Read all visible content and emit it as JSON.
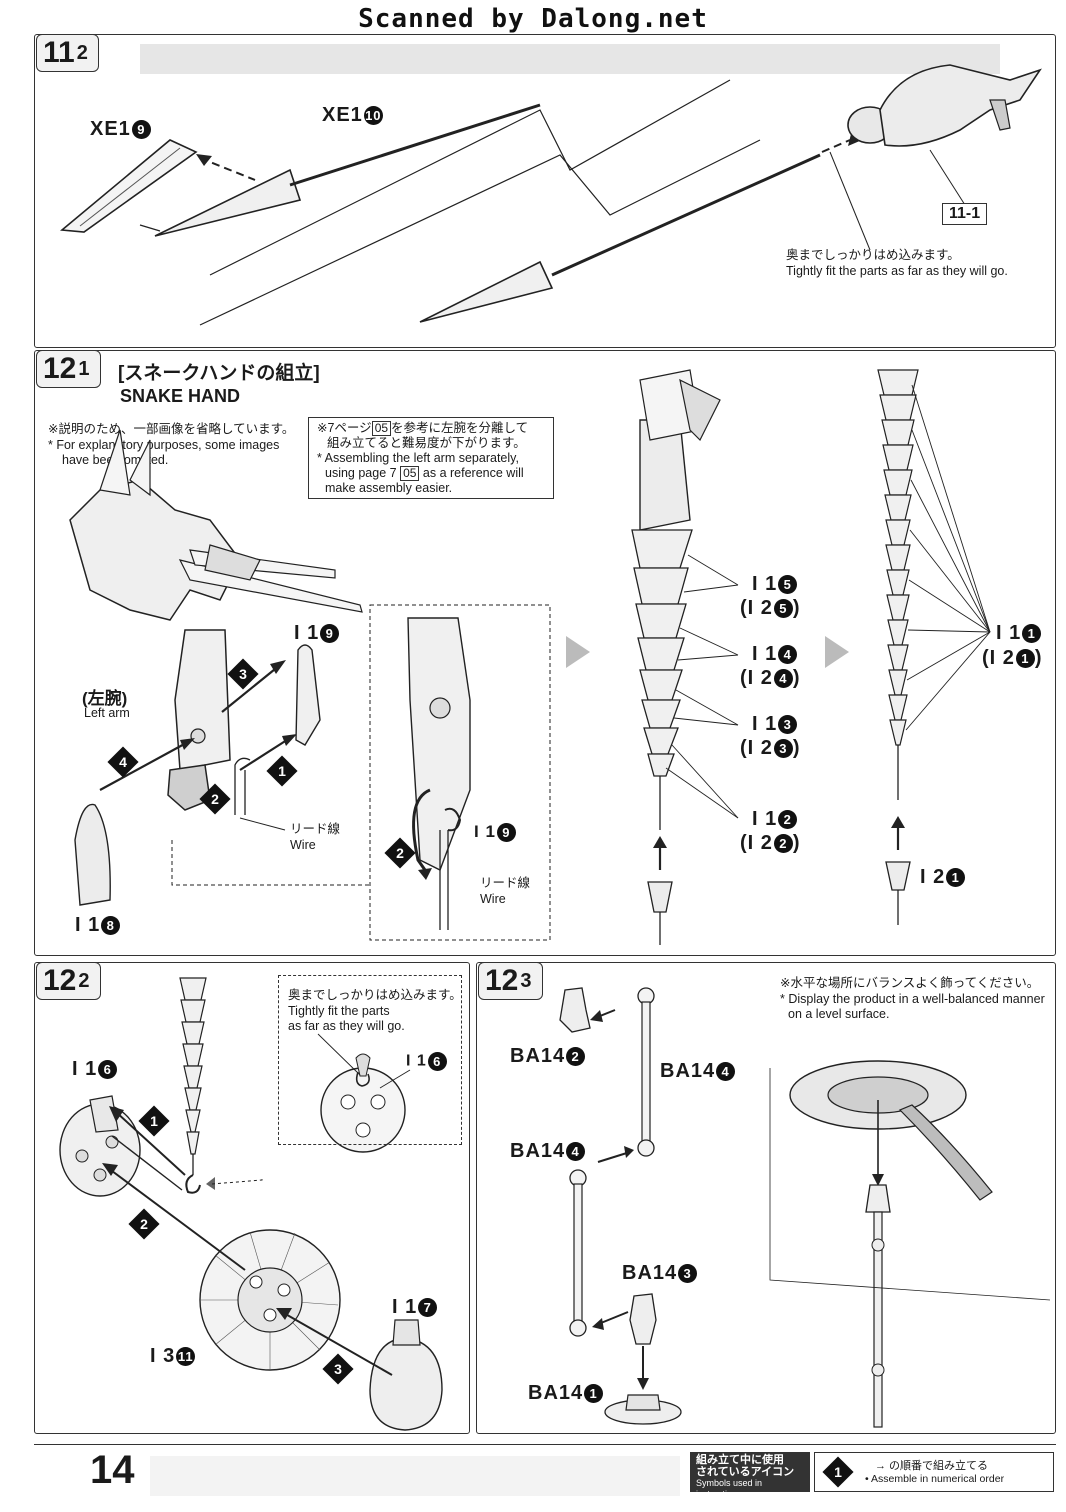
{
  "watermark": "Scanned by Dalong.net",
  "page_number": "14",
  "steps": {
    "s11_2": {
      "num": "11",
      "sub": "2",
      "parts": [
        "XE1",
        "XE1"
      ],
      "circ": [
        "9",
        "10"
      ],
      "ref": "11-1",
      "note_jp": "奥までしっかりはめ込みます。",
      "note_en": "Tightly fit the parts as far as they will go."
    },
    "s12_1": {
      "num": "12",
      "sub": "1",
      "title_jp": "[スネークハンドの組立]",
      "title_en": "SNAKE HAND",
      "note1_jp": "※説明のため、一部画像を省略しています。",
      "note1_en_1": "* For explanatory purposes, some images",
      "note1_en_2": "have been omitted.",
      "note2_jp_1": "※7ページ",
      "note2_ref": "05",
      "note2_jp_2": "を参考に左腕を分離して",
      "note2_jp_3": "組み立てると難易度が下がります。",
      "note2_en_1": "* Assembling the left arm separately,",
      "note2_en_2a": "using page 7",
      "note2_en_2b": "as a reference will",
      "note2_en_3": "make assembly easier.",
      "left_arm_jp": "(左腕)",
      "left_arm_en": "Left arm",
      "wire_jp": "リード線",
      "wire_en": "Wire",
      "p_I1_9": "I 1",
      "p_I1_8": "I 1",
      "p_I1_9b": "I 1",
      "c9": "9",
      "c8": "8",
      "chain": [
        {
          "a": "I 1",
          "ac": "5",
          "b": "(I 2",
          "bc": "5",
          "close": ")"
        },
        {
          "a": "I 1",
          "ac": "4",
          "b": "(I 2",
          "bc": "4",
          "close": ")"
        },
        {
          "a": "I 1",
          "ac": "3",
          "b": "(I 2",
          "bc": "3",
          "close": ")"
        },
        {
          "a": "I 1",
          "ac": "2",
          "b": "(I 2",
          "bc": "2",
          "close": ")"
        }
      ],
      "chain2_a": "I 1",
      "chain2_ac": "1",
      "chain2_b": "(I 2",
      "chain2_bc": "1",
      "chain2_close": ")",
      "tip": "I 2",
      "tip_c": "1",
      "d1": "1",
      "d2": "2",
      "d3": "3",
      "d4": "4"
    },
    "s12_2": {
      "num": "12",
      "sub": "2",
      "note_jp": "奥までしっかりはめ込みます。",
      "note_en_1": "Tightly fit the parts",
      "note_en_2": "as far as they will go.",
      "p_I1_6": "I 1",
      "c6": "6",
      "p_I1_6b": "I 1",
      "p_I3_11": "I 3",
      "c11": "11",
      "p_I1_7": "I 1",
      "c7": "7",
      "d1": "1",
      "d2": "2",
      "d3": "3"
    },
    "s12_3": {
      "num": "12",
      "sub": "3",
      "note_jp": "※水平な場所にバランスよく飾ってください。",
      "note_en_1": "* Display the product in a well-balanced manner",
      "note_en_2": "on a level surface.",
      "ba": [
        {
          "t": "BA14",
          "c": "2"
        },
        {
          "t": "BA14",
          "c": "4"
        },
        {
          "t": "BA14",
          "c": "4"
        },
        {
          "t": "BA14",
          "c": "3"
        },
        {
          "t": "BA14",
          "c": "1"
        }
      ]
    }
  },
  "footer": {
    "icons_jp_1": "組み立て中に使用",
    "icons_jp_2": "されているアイコン",
    "icons_en": "Symbols used in instructions",
    "icon_num": "1",
    "order_jp": "→ の順番で組み立てる",
    "order_en": "• Assemble in numerical order"
  }
}
